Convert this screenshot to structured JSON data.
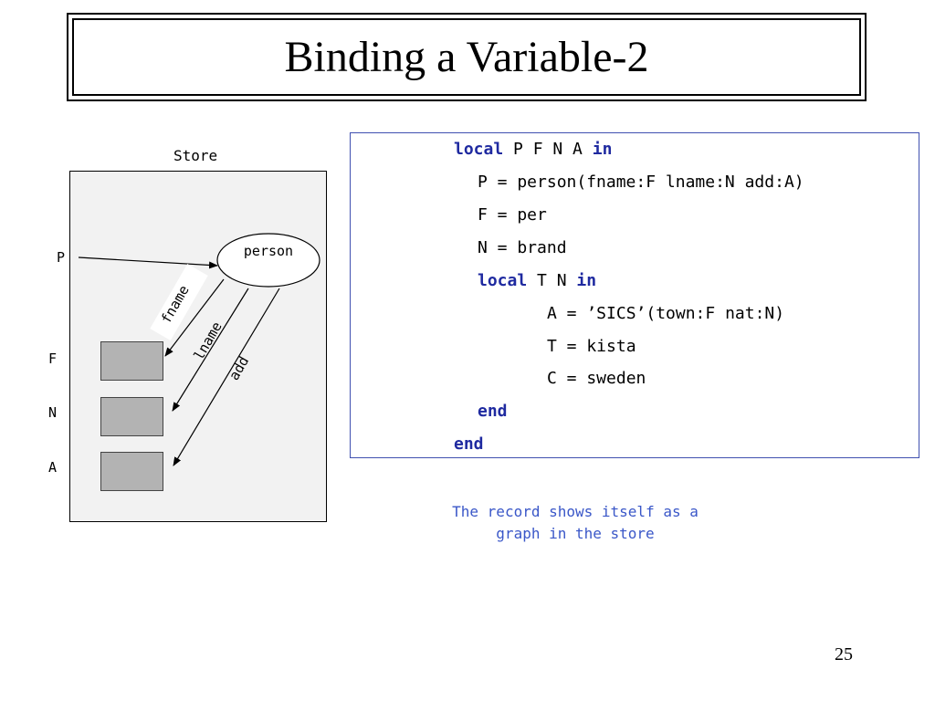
{
  "slide": {
    "title": "Binding a Variable-2",
    "page_number": "25"
  },
  "store": {
    "label": "Store",
    "record_label": "person",
    "var_p": "P",
    "var_f": "F",
    "var_n": "N",
    "var_a": "A",
    "edge_fname": "fname",
    "edge_lname": "lname",
    "edge_add": "add"
  },
  "code": {
    "lines": [
      {
        "kw1": "local",
        "text": " P F N A ",
        "kw2": "in"
      },
      {
        "text": "P = person(fname:F lname:N add:A)"
      },
      {
        "text": "F = per"
      },
      {
        "text": "N = brand"
      },
      {
        "kw1": "local",
        "text": " T N ",
        "kw2": "in"
      },
      {
        "text": "A = ’SICS’(town:F nat:N)"
      },
      {
        "text": "T = kista"
      },
      {
        "text": "C = sweden"
      },
      {
        "kw1": "end"
      },
      {
        "kw1": "end"
      }
    ]
  },
  "caption": {
    "line1": "The record shows itself as a",
    "line2": "graph in the store"
  },
  "colors": {
    "keyword": "#1f2aa0",
    "caption": "#3a57c8",
    "code_border": "#4050b0",
    "cell_fill": "#b3b3b3"
  }
}
